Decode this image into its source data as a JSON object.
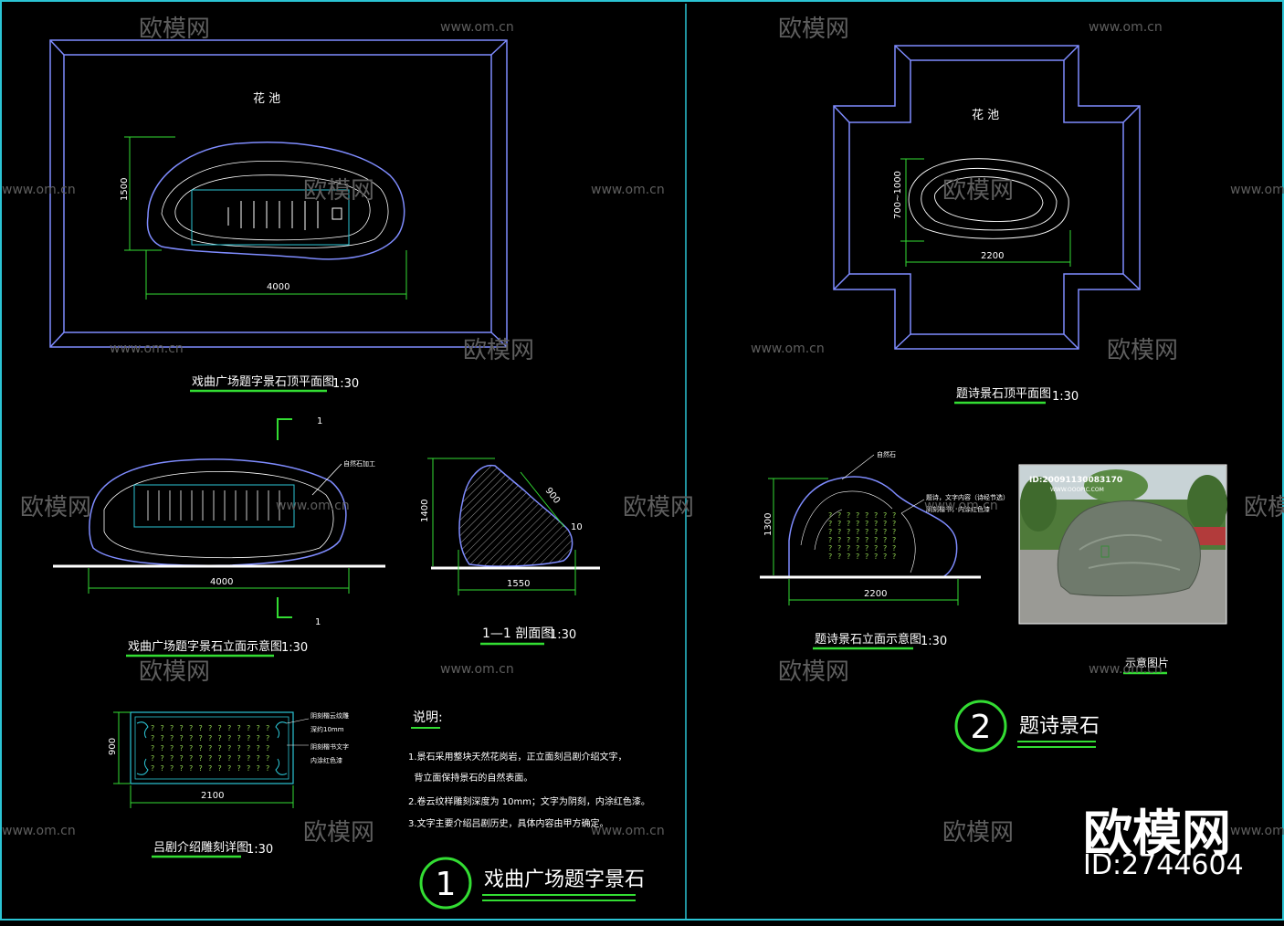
{
  "left_panel": {
    "plan_label": "花  池",
    "dim_plan_width": "4000",
    "dim_plan_height": "1500",
    "plan_title": "戏曲广场题字景石顶平面图",
    "plan_scale": "1:30",
    "section_marker": "1",
    "elev_note": "自然石加工",
    "dim_elev_width": "4000",
    "elev_title": "戏曲广场题字景石立面示意图",
    "elev_scale": "1:30",
    "sect_dim_height": "1400",
    "sect_dim_base": "1550",
    "sect_dim_slope": "900",
    "sect_dim_small": "10",
    "sect_title": "1—1 剖面图",
    "sect_scale": "1:30",
    "detail_dim_height": "900",
    "detail_dim_width": "2100",
    "detail_notes": [
      "阴刻楷云纹雕",
      "深约10mm",
      "阴刻楷书文字",
      "内涂红色漆"
    ],
    "detail_title": "吕剧介绍雕刻详图",
    "detail_scale": "1:30",
    "notes_heading": "说明:",
    "notes": [
      "1.景石采用整块天然花岗岩，正立面刻吕剧介绍文字，",
      "  背立面保持景石的自然表面。",
      "2.卷云纹样雕刻深度为 10mm；文字为阴刻，内涂红色漆。",
      "3.文字主要介绍吕剧历史，具体内容由甲方确定。"
    ],
    "section_number": "1",
    "section_name": "戏曲广场题字景石"
  },
  "right_panel": {
    "plan_label": "花  池",
    "dim_plan_width": "2200",
    "dim_plan_height": "700~1000",
    "plan_title": "题诗景石顶平面图",
    "plan_scale": "1:30",
    "elev_note_top": "自然石",
    "elev_note_mid": "题诗，文字内容（诗经节选）",
    "elev_note_mid2": "阴刻楷书，内涂红色漆",
    "dim_elev_height": "1300",
    "dim_elev_width": "2200",
    "elev_title": "题诗景石立面示意图",
    "elev_scale": "1:30",
    "photo_id": "ID:20091130083170",
    "photo_site": "WWW.OOOPIC.COM",
    "photo_caption": "示意图片",
    "section_number": "2",
    "section_name": "题诗景石"
  },
  "watermarks": {
    "logo_text": "欧模网",
    "url_text": "www.om.cn"
  },
  "brand": {
    "name": "欧模网",
    "id": "ID:2744604"
  },
  "colors": {
    "background": "#000000",
    "frame": "#2bc4d4",
    "outline": "#7f8cff",
    "dimension": "#33dd33",
    "inscription": "#8fd14f",
    "text": "#ffffff"
  }
}
